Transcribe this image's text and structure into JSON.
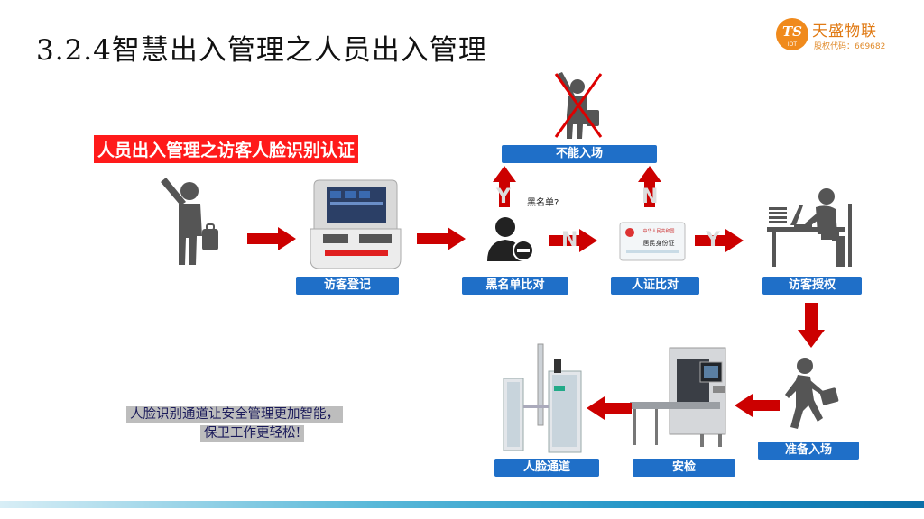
{
  "slide": {
    "title": "3.2.4智慧出入管理之人员出入管理",
    "subtitle": "人员出入管理之访客人脸识别认证"
  },
  "logo": {
    "mark": "TS",
    "mark_sub": "IOT",
    "name": "天盛物联",
    "code": "股权代码：669682"
  },
  "flow": {
    "reject_label": "不能入场",
    "blacklist_question": "黑名单?",
    "steps": [
      {
        "label": "访客登记"
      },
      {
        "label": "黑名单比对"
      },
      {
        "label": "人证比对"
      },
      {
        "label": "访客授权"
      },
      {
        "label": "准备入场"
      },
      {
        "label": "安检"
      },
      {
        "label": "人脸通道"
      }
    ],
    "branches": {
      "blacklist_up": "Y",
      "blacklist_right": "N",
      "idcheck_up": "N",
      "idcheck_right": "Y"
    },
    "id_card_text": {
      "line1": "中华人民共和国",
      "line2": "居民身份证"
    }
  },
  "note": {
    "line1": "人脸识别通道让安全管理更加智能，",
    "line2": "保卫工作更轻松!"
  },
  "colors": {
    "arrow": "#cc0000",
    "label_bg": "#1f6fc8",
    "subtitle_bg": "#ff1a1a",
    "silhouette": "#555555"
  }
}
